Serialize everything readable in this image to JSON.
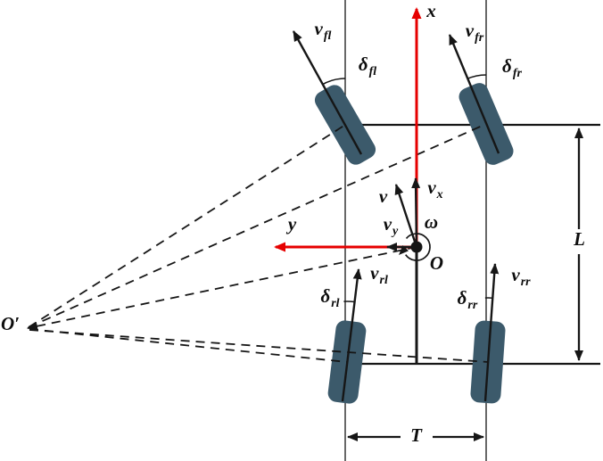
{
  "colors": {
    "axis": "#e60000",
    "wheel": "#3c5a6b",
    "line": "#161616"
  },
  "labels": {
    "x": {
      "main": "x",
      "sub": ""
    },
    "y": {
      "main": "y",
      "sub": ""
    },
    "v": {
      "main": "v",
      "sub": ""
    },
    "vx": {
      "main": "v",
      "sub": "x"
    },
    "vy": {
      "main": "v",
      "sub": "y"
    },
    "omega": {
      "main": "ω",
      "sub": ""
    },
    "origin": {
      "main": "O",
      "sub": ""
    },
    "icr": {
      "main": "O′",
      "sub": ""
    },
    "vfl": {
      "main": "v",
      "sub": "fl"
    },
    "vfr": {
      "main": "v",
      "sub": "fr"
    },
    "vrl": {
      "main": "v",
      "sub": "rl"
    },
    "vrr": {
      "main": "v",
      "sub": "rr"
    },
    "dfl": {
      "main": "δ",
      "sub": "fl"
    },
    "dfr": {
      "main": "δ",
      "sub": "fr"
    },
    "drl": {
      "main": "δ",
      "sub": "rl"
    },
    "drr": {
      "main": "δ",
      "sub": "rr"
    },
    "L": {
      "main": "L",
      "sub": ""
    },
    "T": {
      "main": "T",
      "sub": ""
    }
  }
}
